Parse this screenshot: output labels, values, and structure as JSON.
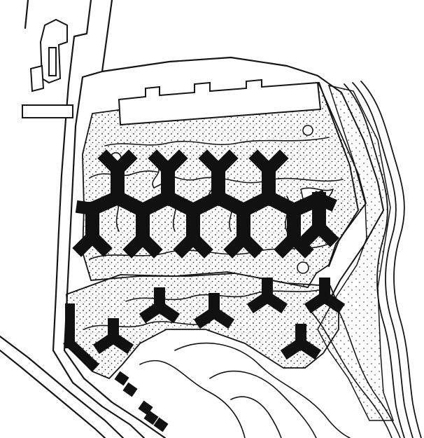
{
  "colors": {
    "ink": "#151515",
    "paper": "#ffffff",
    "stipple": "#1a1a1a",
    "building": "#111111"
  },
  "map": {
    "elements": [
      "road",
      "terrace-building",
      "hexagonal-housing-block",
      "y-shaped-tower",
      "stippled-parkland",
      "contour-lines",
      "river-edge",
      "row-houses"
    ]
  }
}
